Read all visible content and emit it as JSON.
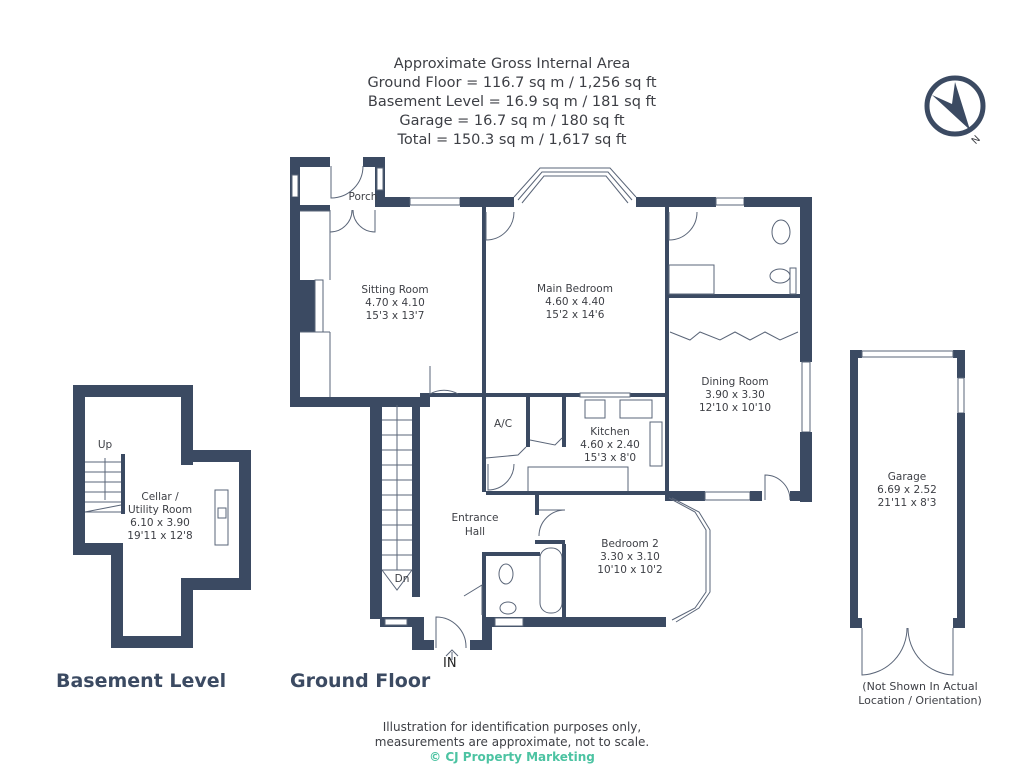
{
  "header": {
    "title": "Approximate Gross Internal Area",
    "lines": [
      "Ground Floor = 116.7 sq m / 1,256 sq ft",
      "Basement Level = 16.9 sq m / 181 sq ft",
      "Garage = 16.7 sq m / 180 sq ft",
      "Total = 150.3 sq m / 1,617 sq ft"
    ]
  },
  "compass": {
    "icon": "compass-north-icon",
    "label": "N"
  },
  "colors": {
    "wall": "#3b4a62",
    "brand": "#4cc3a2",
    "text": "#3d3f45"
  },
  "ground_floor": {
    "title": "Ground Floor",
    "entrance_label": "IN",
    "rooms": {
      "porch": {
        "name": "Porch"
      },
      "sitting_room": {
        "name": "Sitting Room",
        "metric": "4.70 x 4.10",
        "imperial": "15'3 x 13'7"
      },
      "main_bedroom": {
        "name": "Main Bedroom",
        "metric": "4.60 x 4.40",
        "imperial": "15'2 x 14'6"
      },
      "dining_room": {
        "name": "Dining Room",
        "metric": "3.90 x 3.30",
        "imperial": "12'10 x 10'10"
      },
      "kitchen": {
        "name": "Kitchen",
        "metric": "4.60 x 2.40",
        "imperial": "15'3 x 8'0"
      },
      "ac": {
        "name": "A/C"
      },
      "entrance_hall": {
        "name_line1": "Entrance",
        "name_line2": "Hall"
      },
      "bedroom_2": {
        "name": "Bedroom 2",
        "metric": "3.30 x 3.10",
        "imperial": "10'10 x 10'2"
      },
      "stairs_down": {
        "name": "Dn"
      }
    }
  },
  "basement": {
    "title": "Basement Level",
    "rooms": {
      "stairs_up": {
        "name": "Up"
      },
      "cellar": {
        "name_line1": "Cellar /",
        "name_line2": "Utility Room",
        "metric": "6.10 x 3.90",
        "imperial": "19'11 x 12'8"
      }
    }
  },
  "garage": {
    "name": "Garage",
    "metric": "6.69 x 2.52",
    "imperial": "21'11 x 8'3",
    "note_line1": "(Not Shown In Actual",
    "note_line2": "Location / Orientation)"
  },
  "footer": {
    "line1": "Illustration for identification purposes only,",
    "line2": "measurements are approximate, not to scale.",
    "brand": "© CJ Property Marketing"
  }
}
